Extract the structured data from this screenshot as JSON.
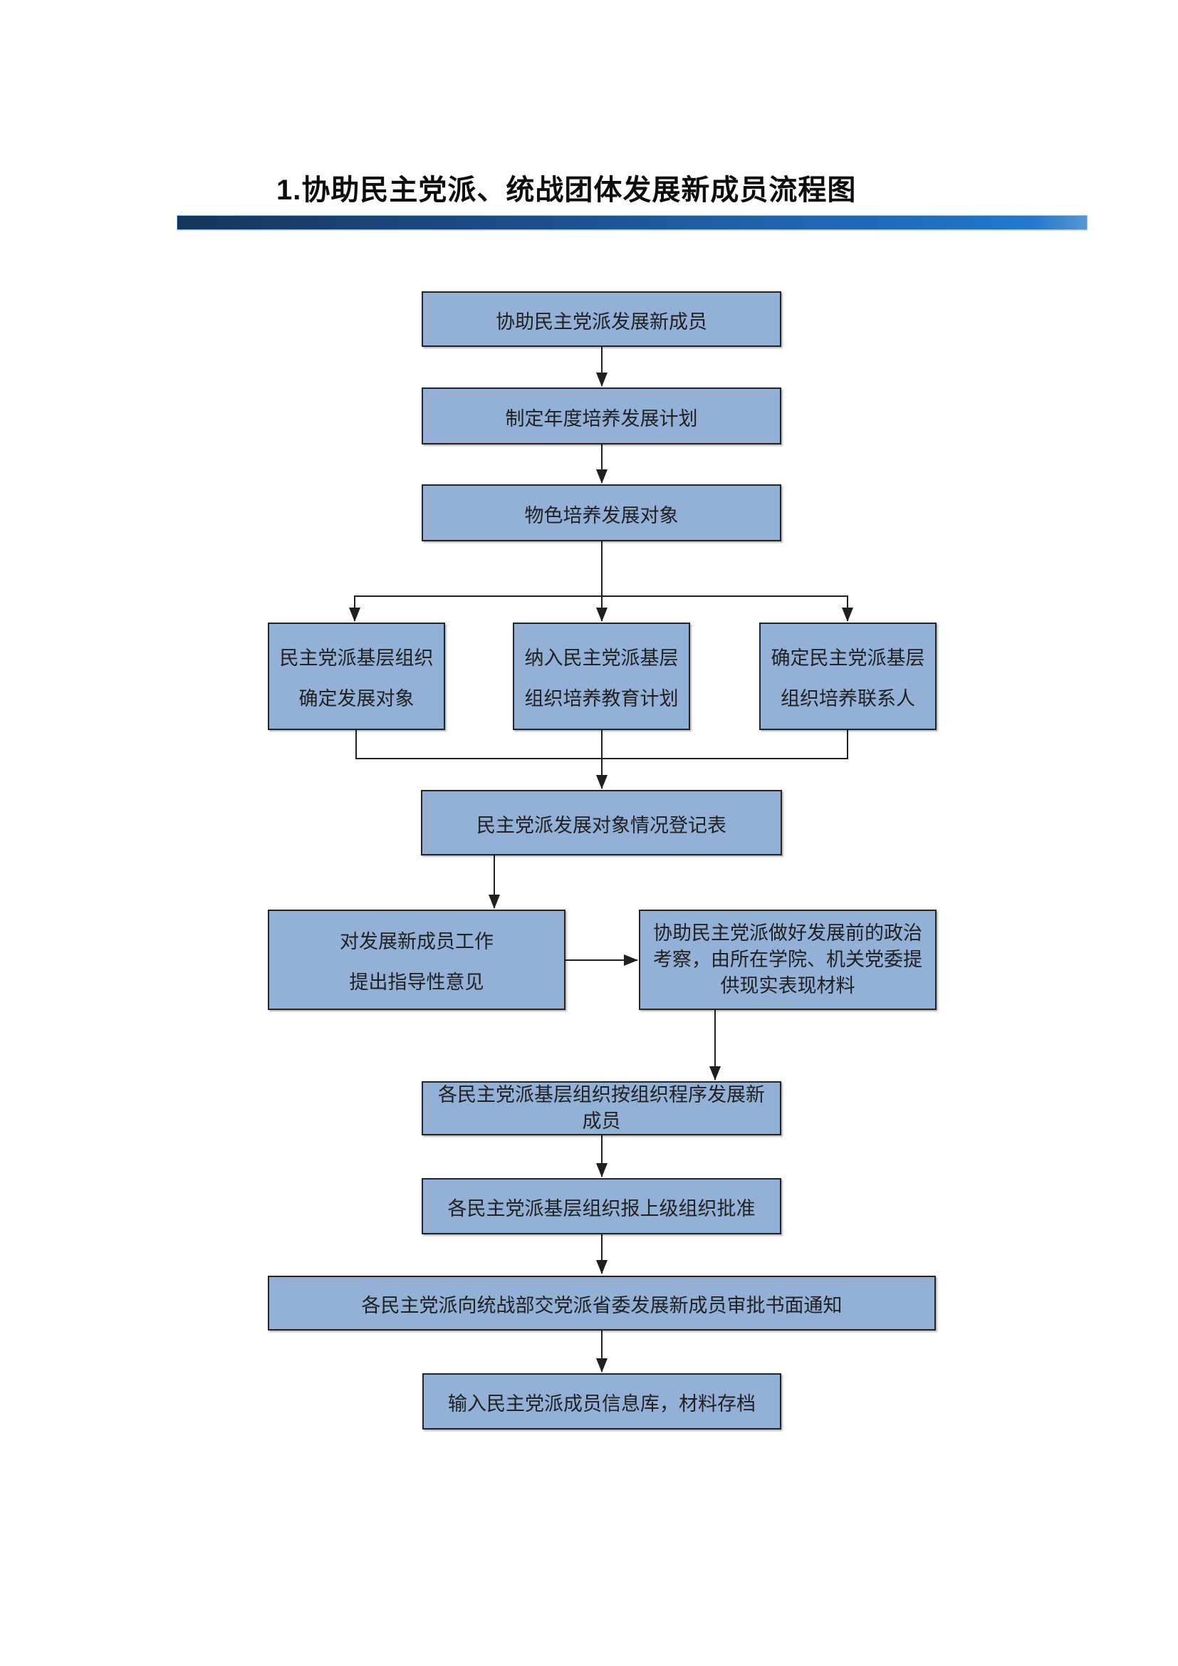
{
  "page": {
    "title": "1.协助民主党派、统战团体发展新成员流程图"
  },
  "colors": {
    "node_fill": "#93B0D7",
    "node_border": "#242424",
    "connector": "#1F1F1F",
    "bar_gradient_left": "#15355B",
    "bar_gradient_right": "#2277CE",
    "bar_edge": "#9CC2E5"
  },
  "nodes": {
    "n1": {
      "label": "协助民主党派发展新成员"
    },
    "n2": {
      "label": "制定年度培养发展计划"
    },
    "n3": {
      "label": "物色培养发展对象"
    },
    "n4": {
      "line1": "民主党派基层组织",
      "line2": "确定发展对象"
    },
    "n5": {
      "line1": "纳入民主党派基层",
      "line2": "组织培养教育计划"
    },
    "n6": {
      "line1": "确定民主党派基层",
      "line2": "组织培养联系人"
    },
    "n7": {
      "label": "民主党派发展对象情况登记表"
    },
    "n8": {
      "line1": "对发展新成员工作",
      "line2": "提出指导性意见"
    },
    "n9": {
      "label": "协助民主党派做好发展前的政治考察，由所在学院、机关党委提供现实表现材料"
    },
    "n10": {
      "label": "各民主党派基层组织按组织程序发展新成员"
    },
    "n11": {
      "label": "各民主党派基层组织报上级组织批准"
    },
    "n12": {
      "label": "各民主党派向统战部交党派省委发展新成员审批书面通知"
    },
    "n13": {
      "label": "输入民主党派成员信息库，材料存档"
    }
  }
}
